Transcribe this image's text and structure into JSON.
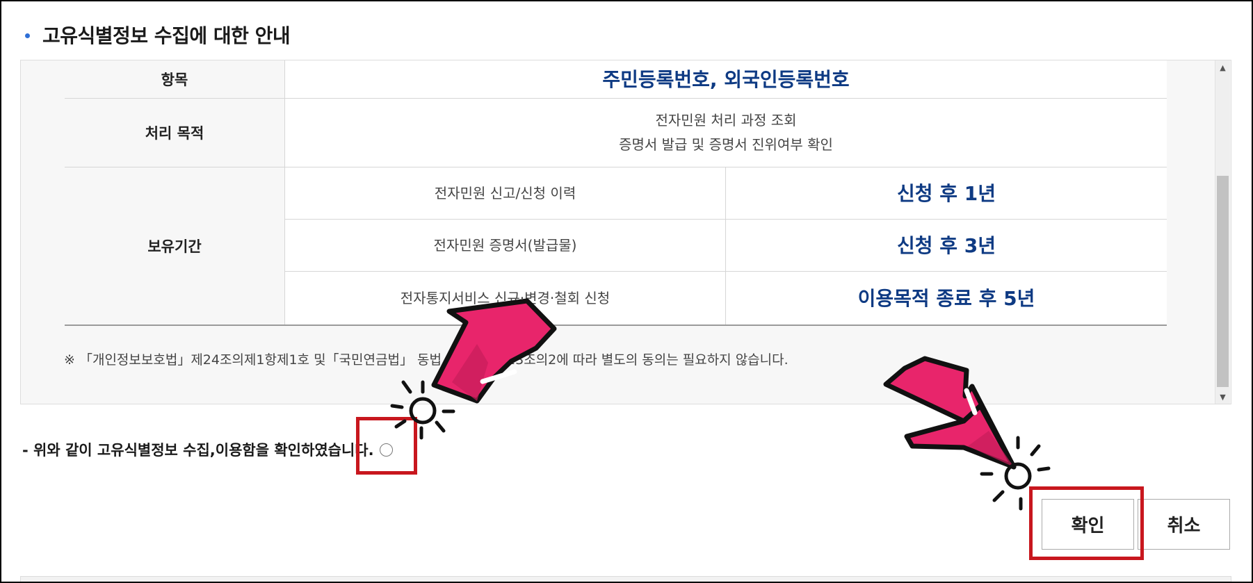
{
  "section": {
    "title": "고유식별정보 수집에 대한 안내"
  },
  "table": {
    "item_label": "항목",
    "item_value": "주민등록번호, 외국인등록번호",
    "purpose_label": "처리 목적",
    "purpose_lines": [
      "전자민원 처리 과정 조회",
      "증명서 발급 및 증명서 진위여부 확인"
    ],
    "retention_label": "보유기간",
    "retention_rows": [
      {
        "desc": "전자민원 신고/신청 이력",
        "period": "신청 후 1년"
      },
      {
        "desc": "전자민원 증명서(발급물)",
        "period": "신청 후 3년"
      },
      {
        "desc": "전자통지서비스 신규·변경·철회 신청",
        "period": "이용목적 종료 후 5년"
      }
    ]
  },
  "note": "※ 「개인정보보호법」제24조의제1항제1호 및「국민연금법」 동법 시행령 제113조의2에 따라 별도의 동의는 필요하지 않습니다.",
  "confirm": {
    "text": "- 위와 같이 고유식별정보 수집,이용함을 확인하였습니다."
  },
  "buttons": {
    "ok": "확인",
    "cancel": "취소"
  },
  "scrollbar": {
    "up_icon": "▲",
    "down_icon": "▼"
  },
  "colors": {
    "accent_blue": "#0e3a83",
    "annotation_pink": "#e8256b",
    "highlight_red": "#c8171e"
  }
}
